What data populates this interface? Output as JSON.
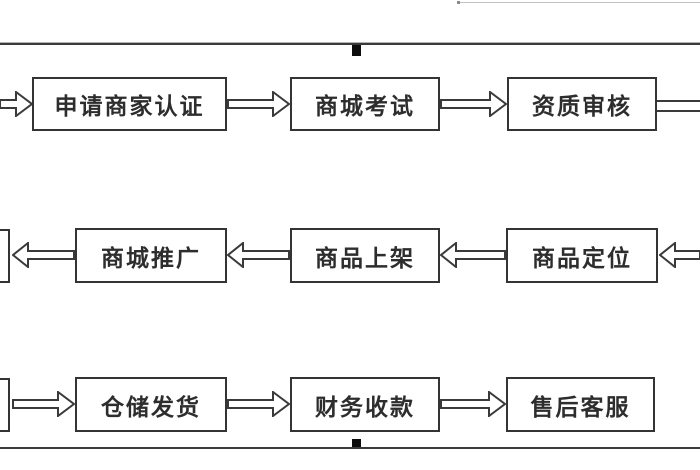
{
  "colors": {
    "background": "#ffffff",
    "rule_line": "#3a3a3a",
    "box_border": "#343434",
    "box_fill": "#ffffff",
    "text": "#2d2d2d",
    "handle_tick": "#0d0d0d",
    "window_edge_line": "#c2c2c2"
  },
  "flowchart": {
    "rows": [
      {
        "name": "merchant-onboarding",
        "direction": "right",
        "steps": [
          {
            "label": "申请商家认证"
          },
          {
            "label": "商城考试"
          },
          {
            "label": "资质审核"
          }
        ]
      },
      {
        "name": "product-flow",
        "direction": "left",
        "steps": [
          {
            "label": "商城推广"
          },
          {
            "label": "商品上架"
          },
          {
            "label": "商品定位"
          }
        ]
      },
      {
        "name": "fulfillment-flow",
        "direction": "right",
        "steps": [
          {
            "label": "仓储发货"
          },
          {
            "label": "财务收款"
          },
          {
            "label": "售后客服"
          }
        ]
      }
    ]
  }
}
